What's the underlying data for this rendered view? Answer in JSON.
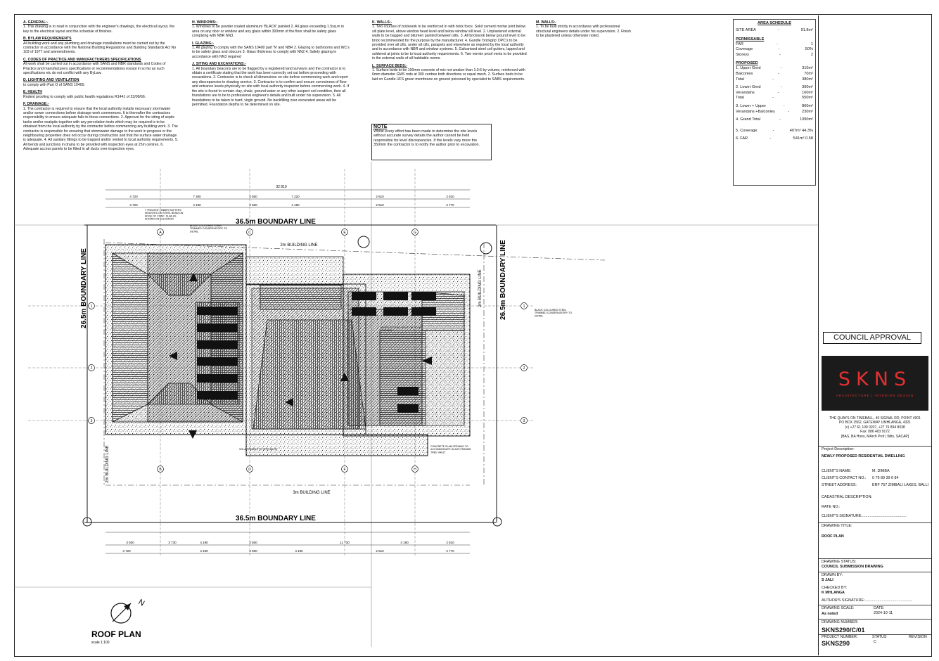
{
  "notes": {
    "col1": [
      {
        "h": "A. GENERAL:-",
        "t": "1. This drawing is to read in conjunction with the engineer's drawings, the electrical layout, the key to the electrical layout and the schedule of finishes."
      },
      {
        "h": "B. BYLAW REQUIREMENTS",
        "t": "All building work and any plumbing and drainage installations must be carried out by the contractor in accordance with the National Building Regulations and Building Standards Act No 103 of 1977 and ammendments."
      },
      {
        "h": "C. CODES OF PRACTICE AND MANUFACTURERS SPECIFICATIONS",
        "t": "All work shall be carried out in accordance with SANS and NBR standards and Codes of Practice and manufacturers specifications or recommendations except in so far as such specifications etc do not conflict with any ByLaw."
      },
      {
        "h": "D. LIGHTING AND VENTILATION",
        "t": "to comply with Part O of SANS 10400."
      },
      {
        "h": "E. HEALTH",
        "t": "Rodent proofing to comply with public health regulations R1441 of 23/09/66."
      },
      {
        "h": "F. DRAINAGE:-",
        "t": "1. The contractor is required to ensure that the local authority installs necessary stormwater and/or sewer connections before drainage work commences. It is thereafter the contractors responsibility to ensure adequate falls to these connections. 2. Approval for the siting of septic tanks and/or soakpits together with any percolation tests which may be required is to be obtained from the local authority by the contractor before commencing any building work. 3. The contractor is responsible for ensuring that stormwater damage to the work in progress or the neighbouring properties does not occur during construction and that the surface water drainage is adequate. 4. All sanitary fittings to be trapped and/or vented to local authority requirements. 5. All bends and junctions in drains to be provided with inspection eyes at 25m centres. 6. Adequate access panels to be fitted in all ducts over inspection eyes."
      }
    ],
    "col2": [
      {
        "h": "H. WINDOWS:-",
        "t": "1. Windows to be powder coated aluminium 'BLACK' painted 2. All glass exceeding 1.5sq.m in area on any door or window and any glass within 300mm of the floor shall be safety glass complying with NBR NN3."
      },
      {
        "h": "I. GLAZING:-",
        "t": "1. All glazing to comply with the SANS 10400 part 'N' and NBR 2. Glazing to bathrooms and WC's to be safety glass and obscure 3. Glass thickness to comply with NN2 4. Safety glazing in accordance with NN3 required"
      },
      {
        "h": "J. SITING AND EXCAVATIONS:-",
        "t": "1. All boundary beacons are to be flagged by a registered land surveyor and the contractor is to obtain a certificate stating that the work has been correctly set out before proceeding with excavations. 2. Contractor is to check all dimensions on site before commencing work and report any discrepancies to drawing service. 3. Contractor is to confirm and ensure correctness of floor and entrance levels physically on site with local authority inspector before commencing work. 4. If the site is found to contain clay, shale, ground water or any other suspect soil condition, then all foundations are to be to professional engineer's details and built under his supervision. 5. All foundations to be taken to hard, virgin ground. No backfilling over excavated areas will be permitted. Foundation depths to be determined on site."
      }
    ],
    "col3": [
      {
        "h": "K. WALLS:-",
        "t": "1. Two courses of brickwork to be reinforced in with brick force. Solid cement mortar joint below sill plate level, above window head level and below window sill level. 2. Unplastered external walls to be bagged and bitumen painted between sills. 3. All brickwork below ground level to be brick recommended for the purpose by the manufacturer. 4. Gundle 'brickgrip' DPC's to be provided over all cills, under all cills, parapets and elsewhere as required by the local authority and in accordance with NBR and window systems. 5. Galvanised steel coil gutters, lapped and soldered at joints to be to local authority requirements. 6. Two vermin proof vents to be provided in the external walls of all habitable rooms."
      },
      {
        "h": "L. SURFACE BEDS:-",
        "t": "1. Surface beds to be 100mm concrete of mix not weaker than 1:3:6 by volume, reinforced with 6mm diameter GMS rods at 300 centres both directions or equal mesh. 2. Surface beds to be laid on Gundle UFS green membrane on ground poisoned by specialist to SABS requirements."
      }
    ],
    "col4": [
      {
        "h": "M. WALLS:-",
        "t": "1. To be built strictly in accordance with professional structural engineers details under his supervision. 2. Finish to be plastered unless otherwise noted."
      }
    ],
    "note_title": "NOTE",
    "note_text": "Whilst every effort has been made to determine the site levels without accurate survey details the author cannot be held responsible for level discrepancies. If the levels vary more the 350mm the contractor is to notify the author prior to excavation."
  },
  "area": {
    "title": "AREA SCHEDULE",
    "site": [
      "SITE AREA",
      "-",
      "91.8m²"
    ],
    "permissable_title": "PERMISSABLE",
    "permissable": [
      [
        "FAR",
        "-",
        "1"
      ],
      [
        "Coverage",
        "-",
        "50%"
      ],
      [
        "Storeys",
        "-",
        "2"
      ]
    ],
    "proposed_title": "PROPOSED",
    "proposed": [
      [
        "1. Upper Grnd",
        "-",
        "310m²"
      ],
      [
        "Balconies",
        "-",
        "70m²"
      ],
      [
        "Total",
        "-",
        "380m²"
      ],
      [
        "",
        "",
        ""
      ],
      [
        "2. Lower Grnd",
        "-",
        "390m²"
      ],
      [
        "Verandahs",
        "-",
        "160m²"
      ],
      [
        "Total",
        "-",
        "550m²"
      ],
      [
        "",
        "",
        ""
      ],
      [
        "3. Lower + Upper",
        "-",
        "860m²"
      ],
      [
        "Verandahs +Balconies",
        "-",
        "230m²"
      ],
      [
        "",
        "",
        ""
      ],
      [
        "4. Grand Total",
        "-",
        "1090m²"
      ],
      [
        "",
        "",
        ""
      ],
      [
        "",
        "",
        ""
      ],
      [
        "5. Coverage",
        "-",
        "407m² 44.3%"
      ],
      [
        "",
        "",
        ""
      ],
      [
        "6. FAR",
        "-",
        "541m²  0.58"
      ]
    ]
  },
  "plan": {
    "boundary_top": "36.5m BOUNDARY LINE",
    "boundary_bottom": "36.5m BOUNDARY LINE",
    "boundary_left": "26.5m BOUNDARY LINE",
    "boundary_right": "26.5m BOUNDARY LINE",
    "building_line_top": "2m BUILDING LINE",
    "building_line_bottom": "3m BUILDING LINE",
    "building_line_left": "2m BUILDING LINE",
    "building_line_right": "2m BUILDING LINE",
    "overall_dim": "32 810",
    "top_dims_row1": [
      "4 720",
      "7 300",
      "2 500",
      "7 220",
      "2 810",
      "2 810"
    ],
    "top_dims_row2": [
      "3 720",
      "4 190",
      "2 500",
      "4 190",
      "2 510",
      "2 770"
    ],
    "bottom_dims_row1": [
      "3 920",
      "3 730",
      "4 190",
      "2 500",
      "11 730",
      "4 190",
      "2 810"
    ],
    "bottom_dims_row2": [
      "3 720",
      "4 190",
      "2 500",
      "4 190",
      "2 510",
      "2 770"
    ],
    "grid_letters": [
      "A",
      "B",
      "C",
      "D",
      "E",
      "F",
      "G",
      "H"
    ],
    "grid_numbers": [
      "1",
      "2",
      "3"
    ],
    "annotations": [
      "BLACK COLOURED STEEL TRIMMED CONSERVATORY TO DETAIL",
      "7 TREATED TIMBER RAFTERS MOUNTED ON STEEL BEAM ON EDGE OF CONC. SLAB AS SHOWN ON ELEVATION",
      "BLACK COLOURED STEEL TRIMMED CONSERVATORY TO DETAIL",
      "SOLAR PANELS TO SPECIALIST",
      "GREEN PITCHED ROOF ON ROOF TRUSSES",
      "CONCRETE SLAB OPENING TO ACCOMMODATE GLASS FRAMED TREE VAULT"
    ],
    "title": "ROOF PLAN",
    "scale": "scale 1:100",
    "north": "N"
  },
  "titleblock": {
    "council": "COUNCIL APPROVAL",
    "logo": "SKNS",
    "logo_sub": "ARCHITECTURE  |  INTERIOR DESIGN",
    "address": [
      "THE QUAYS ON TIMEBALL, 40 SIGNAL RD, POINT 4001",
      "PO BOX 2562, GATEWAY UMHLANGA, 4321",
      "(c) +27 61 109 0207, +27 76 894 8038",
      "Fax: 086 403 9172",
      "[BAS, BA Hons, MArch Prof | Wits, SACAP]"
    ],
    "project_desc_label": "Project Description:",
    "project_desc": "NEWLY PROPOSED RESIDENTIAL DWELLING",
    "client_name_label": "CLIENT'S NAME:",
    "client_name": "M. DIMBA",
    "client_contact_label": "CLIENT'S CONTACT NO.:",
    "client_contact": "0 79 89 39 6 84",
    "street_label": "STREET ADDRESS:",
    "street": "ERF 757 ZIMBALI LAKES, BALLITO",
    "cadastral_label": "CADASTRAL DESCRIPTION:",
    "rate_label": "RATE NO.:",
    "signature_label": "CLIENT'S SIGNATURE:..........................................",
    "drawing_title_label": "DRAWING TITLE:",
    "drawing_title": "ROOF PLAN",
    "status_label": "DRAWING STATUS:",
    "status": "COUNCIL SUBMISSION DRAWING",
    "drawn_label": "DRAWN BY:",
    "drawn": "S JALI",
    "checked_label": "CHECKED BY:",
    "checked": "K MHLANGA",
    "auth_label": "AUTHOR'S SIGNATURE:.............................................",
    "scale_label": "DRAWING SCALE:",
    "scale": "As noted",
    "date_label": "DATE:",
    "date": "2024-10-11",
    "number_label": "DRAWING NUMBER:",
    "number": "SKNS290/C/01",
    "proj_no_label": "PROJECT NUMBER:",
    "status2_label": "STATUS",
    "revision_label": "REVISION",
    "status2": "C",
    "proj_no": "SKNS290"
  }
}
